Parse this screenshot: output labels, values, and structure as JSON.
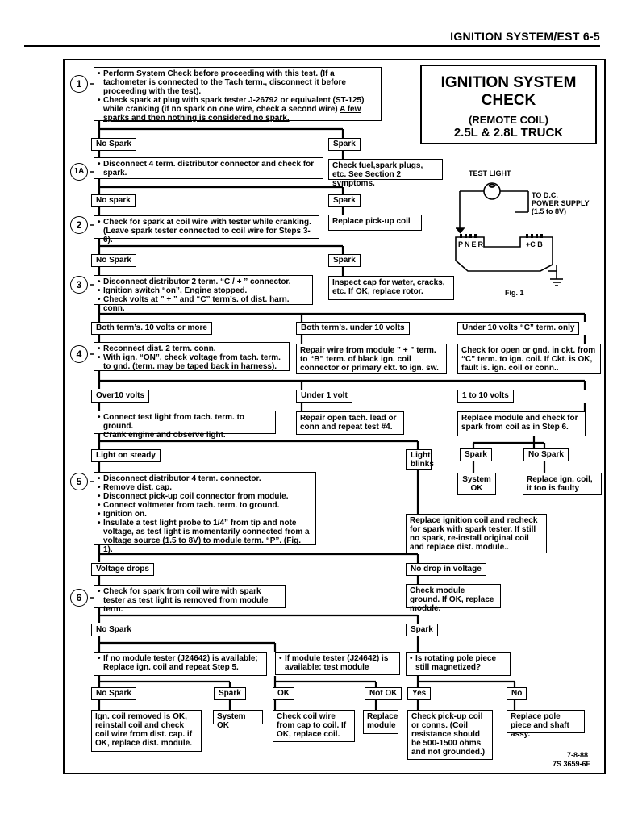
{
  "header": {
    "title": "IGNITION SYSTEM/EST  6-5"
  },
  "title_box": {
    "line1": "IGNITION SYSTEM",
    "line2": "CHECK",
    "line3": "(REMOTE COIL)",
    "line4": "2.5L  &  2.8L  TRUCK"
  },
  "figure": {
    "test_light": "TEST LIGHT",
    "power_supply_1": "TO D.C.",
    "power_supply_2": "POWER SUPPLY",
    "power_supply_3": "(1.5 to 8V)",
    "terminals_left": "PNER",
    "terminals_right": "+C B",
    "caption": "Fig. 1"
  },
  "steps": [
    "1",
    "1A",
    "2",
    "3",
    "4",
    "5",
    "6"
  ],
  "step1": {
    "items": [
      "Perform System Check before proceeding with this test. (If a tachometer is connected to the Tach term., disconnect it before proceeding with the test).",
      "Check spark at plug with spark tester J-26792 or equivalent (ST-125) while cranking  (if no spark on one wire, check a second wire)"
    ],
    "underlined": "A few sparks and then nothing is considered no spark."
  },
  "step1a": {
    "items": [
      "Disconnect 4 term. distributor connector and check for spark."
    ]
  },
  "step2": {
    "items": [
      "Check for spark at coil wire with tester while cranking. (Leave spark tester connected to coil wire for Steps 3-6)."
    ]
  },
  "step3": {
    "items": [
      "Disconnect distributor 2 term. “C / + ” connector.",
      "Ignition switch “on”, Engine stopped.",
      "Check volts at ” + ” and “C” term’s. of dist. harn. conn."
    ]
  },
  "step4": {
    "items": [
      "Reconnect dist. 2 term. conn.",
      "With ign. “ON”, check  voltage from tach. term. to gnd.  (term. may be taped back in harness)."
    ]
  },
  "step4b": {
    "items": [
      "Connect test light from tach. term. to ground.",
      "Crank engine and observe light."
    ]
  },
  "step5": {
    "items": [
      "Disconnect distributor 4 term. connector.",
      "Remove dist. cap.",
      "Disconnect pick-up coil connector from module.",
      "Connect voltmeter from tach. term. to ground.",
      "Ignition on.",
      "Insulate a test light probe to 1/4” from tip and note voltage, as test light is momentarily connected from a voltage source  (1.5  to 8V) to module term. “P”. (Fig. 1)."
    ]
  },
  "step6": {
    "items": [
      "Check for spark from coil wire with spark tester as test light is removed from module term."
    ]
  },
  "labels": {
    "l_no_spark_1": "No Spark",
    "l_spark_1": "Spark",
    "l_no_spark_1a": "No spark",
    "l_spark_1a": "Spark",
    "l_no_spark_2": "No  Spark",
    "l_spark_2": "Spark",
    "l_both10": "Both term’s. 10 volts or more",
    "l_bothunder": "Both term’s. under 10 volts",
    "l_under10c": "Under 10 volts “C” term. only",
    "l_over10": "Over10 volts",
    "l_under1": "Under 1 volt",
    "l_1to10": "1 to 10 volts",
    "l_light_steady": "Light on steady",
    "l_light_blinks": "Light blinks",
    "l_spark_6": "Spark",
    "l_no_spark_6": "No Spark",
    "l_voltage_drops": "Voltage drops",
    "l_no_drop": "No drop in voltage",
    "l_no_spark_7": "No Spark",
    "l_spark_7": "Spark",
    "l_no_spark_8": "No Spark",
    "l_spark_8": "Spark",
    "l_ok_8": "OK",
    "l_not_ok_8": "Not OK",
    "l_yes_8": "Yes",
    "l_no_8": "No"
  },
  "boxes": {
    "check_fuel": "Check fuel,spark plugs, etc. See  Section 2 symptoms.",
    "replace_pickup": "Replace pick-up coil",
    "inspect_cap": "Inspect cap for water, cracks, etc. If OK, replace rotor.",
    "repair_wire": "Repair wire from module ” + ” term. to “B” term. of black ign. coil connector or primary ckt. to ign. sw.",
    "check_open": "Check for open or gnd. in ckt. from “C” term. to ign. coil.  If Ckt. is OK, fault is. ign. coil or conn..",
    "repair_open_tach": "Repair open tach. lead or conn and repeat test #4.",
    "replace_module_check": "Replace module and check for spark from coil as in Step 6.",
    "system_ok_6": "System OK",
    "replace_coil_faulty": "Replace ign. coil, it too is faulty",
    "replace_coil_recheck": "Replace ignition coil and recheck for spark with spark tester.  If still no spark, re-install original coil and replace dist. module..",
    "check_module_ground": "Check module ground. If OK, replace module.",
    "if_no_tester": "If no module tester (J24642) is available; Replace ign. coil and repeat Step 5.",
    "if_tester": "If module tester (J24642) is available: test module",
    "rotating_pole": "Is rotating pole piece still magnetized?",
    "coil_removed_ok": "Ign. coil removed is OK, reinstall coil and check coil wire from dist. cap.  if OK, replace dist. module.",
    "system_ok_8": "System OK",
    "check_coil_wire": "Check coil wire from cap to coil.  If OK, replace coil.",
    "replace_module": "Replace module",
    "check_pickup_coil": "Check pick-up coil or conns. (Coil resistance should be 500-1500 ohms and not grounded.)",
    "replace_pole_piece": "Replace pole piece and shaft assy."
  },
  "footer": {
    "date": "7-8-88",
    "code": "7S 3659-6E"
  }
}
